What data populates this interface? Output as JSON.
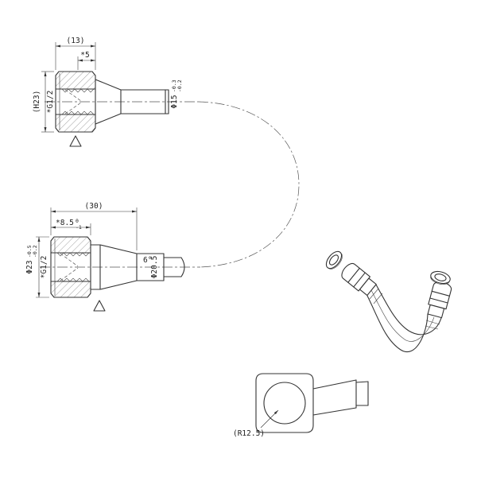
{
  "upper_view": {
    "dim_length": "(13)",
    "dim_thread_len": "*5",
    "dim_height": "(H23)",
    "thread_spec": "*G1/2",
    "dia_tube": "Φ15",
    "dia_tube_tol_upper": "-0.3",
    "dia_tube_tol_lower": "-0.2"
  },
  "middle_view": {
    "dim_length": "(30)",
    "dim_thread_len": "*8.5",
    "dim_thread_tol_upper": "0",
    "dim_thread_tol_lower": "-1",
    "dia_nut": "Φ23",
    "dia_nut_tol_upper": "-0.5",
    "dia_nut_tol_lower": "-0.2",
    "thread_spec": "*G1/2",
    "taper_angle": "6°",
    "dia_tube": "Φ20.5"
  },
  "elbow_view": {
    "radius_label": "(R12.5)"
  },
  "symbols": {
    "surface_flag_upper": "triangle-flag",
    "surface_flag_middle": "triangle-flag"
  },
  "colors": {
    "line": "#333333",
    "background": "#ffffff"
  }
}
